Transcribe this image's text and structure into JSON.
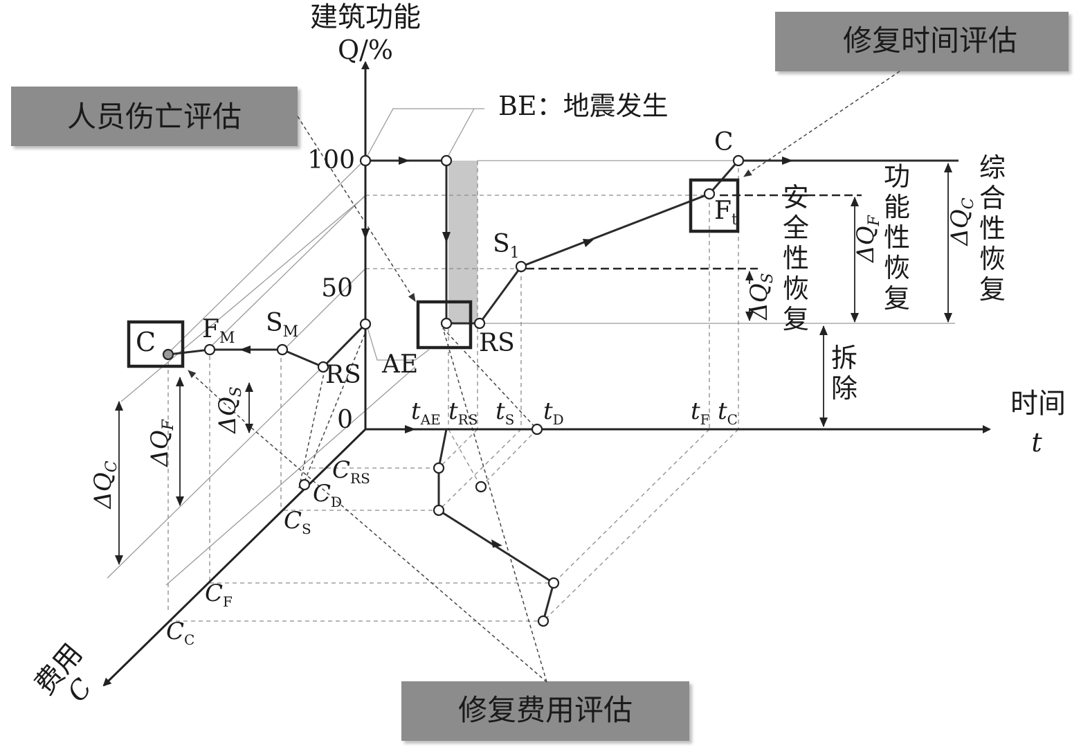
{
  "boxes": {
    "casualty": "人员伤亡评估",
    "repair_time": "修复时间评估",
    "repair_cost": "修复费用评估"
  },
  "axes": {
    "y_title": "建筑功能",
    "y_unit": "Q/%",
    "x_title": "时间",
    "x_symbol": "t",
    "z_title": "费用",
    "z_symbol": "C",
    "tick_100": "100",
    "tick_50": "50",
    "tick_0": "0"
  },
  "labels": {
    "be": "BE：地震发生",
    "ae": "AE",
    "rs_main": "RS",
    "rs_left": "RS",
    "s1": "S",
    "s1_sub": "1",
    "c_top": "C",
    "ft": "F",
    "ft_sub": "t",
    "c_left": "C",
    "fm": "F",
    "fm_sub": "M",
    "sm": "S",
    "sm_sub": "M"
  },
  "time_ticks": [
    {
      "main": "t",
      "sub": "AE"
    },
    {
      "main": "t",
      "sub": "RS"
    },
    {
      "main": "t",
      "sub": "S"
    },
    {
      "main": "t",
      "sub": "D"
    },
    {
      "main": "t",
      "sub": "F"
    },
    {
      "main": "t",
      "sub": "C"
    }
  ],
  "cost_ticks": [
    {
      "main": "C",
      "sub": "RS"
    },
    {
      "main": "C",
      "sub": "D"
    },
    {
      "main": "C",
      "sub": "S"
    },
    {
      "main": "C",
      "sub": "F"
    },
    {
      "main": "C",
      "sub": "C"
    }
  ],
  "right_labels": {
    "safety": "安全性恢复",
    "function": "功能性恢复",
    "comprehensive": "综合性恢复",
    "demolish": "拆除",
    "dqs_main": "ΔQ",
    "dqs_sub": "S",
    "dqf_main": "ΔQ",
    "dqf_sub": "F",
    "dqc_main": "ΔQ",
    "dqc_sub": "C"
  },
  "left_labels": {
    "dqs_main": "ΔQ",
    "dqs_sub": "S",
    "dqf_main": "ΔQ",
    "dqf_sub": "F",
    "dqc_main": "ΔQ",
    "dqc_sub": "C"
  },
  "colors": {
    "line": "#2b2b2b",
    "box_fill": "#8c8c8c",
    "shade": "#c8c8c8",
    "guide": "#9a9a9a"
  }
}
